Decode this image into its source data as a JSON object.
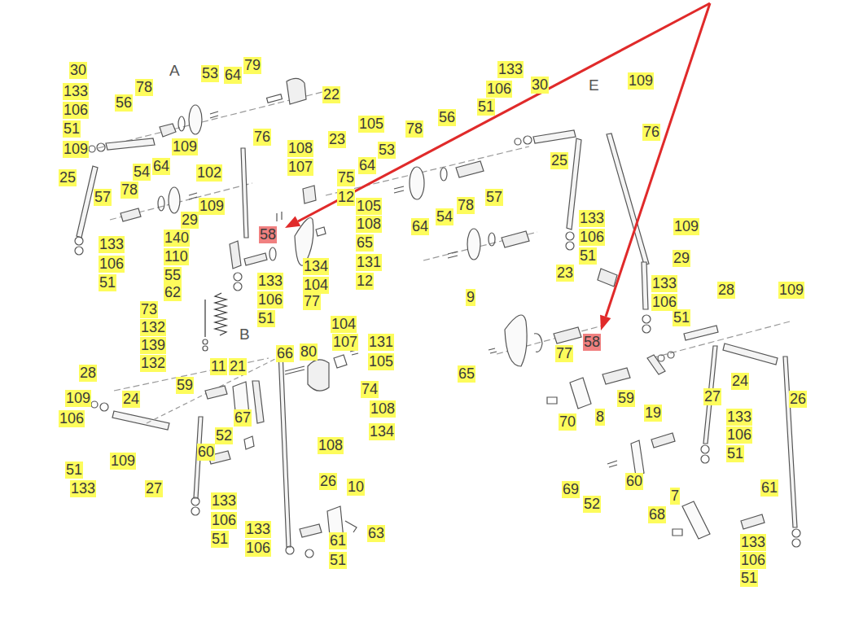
{
  "diagram": {
    "labels": [
      "30",
      "133",
      "106",
      "51",
      "109",
      "25",
      "56",
      "78",
      "53",
      "64",
      "79",
      "22",
      "A",
      "109",
      "76",
      "54",
      "64",
      "78",
      "57",
      "102",
      "109",
      "29",
      "140",
      "110",
      "55",
      "62",
      "133",
      "106",
      "51",
      "73",
      "132",
      "139",
      "132",
      "133",
      "106",
      "51",
      "B",
      "108",
      "107",
      "23",
      "105",
      "75",
      "12",
      "105",
      "108",
      "65",
      "131",
      "12",
      "134",
      "104",
      "77",
      "58",
      "78",
      "56",
      "53",
      "64",
      "57",
      "64",
      "54",
      "78",
      "28",
      "109",
      "106",
      "51",
      "133",
      "24",
      "109",
      "27",
      "59",
      "11",
      "21",
      "66",
      "80",
      "67",
      "52",
      "60",
      "133",
      "106",
      "51",
      "104",
      "107",
      "131",
      "105",
      "74",
      "108",
      "134",
      "108",
      "26",
      "10",
      "63",
      "133",
      "106",
      "61",
      "51",
      "133",
      "106",
      "51",
      "30",
      "E",
      "109",
      "76",
      "25",
      "133",
      "106",
      "51",
      "23",
      "109",
      "29",
      "133",
      "106",
      "51",
      "28",
      "109",
      "9",
      "77",
      "58",
      "65",
      "59",
      "19",
      "24",
      "27",
      "133",
      "106",
      "51",
      "26",
      "70",
      "8",
      "69",
      "52",
      "60",
      "7",
      "68",
      "61",
      "133",
      "106",
      "51"
    ]
  }
}
